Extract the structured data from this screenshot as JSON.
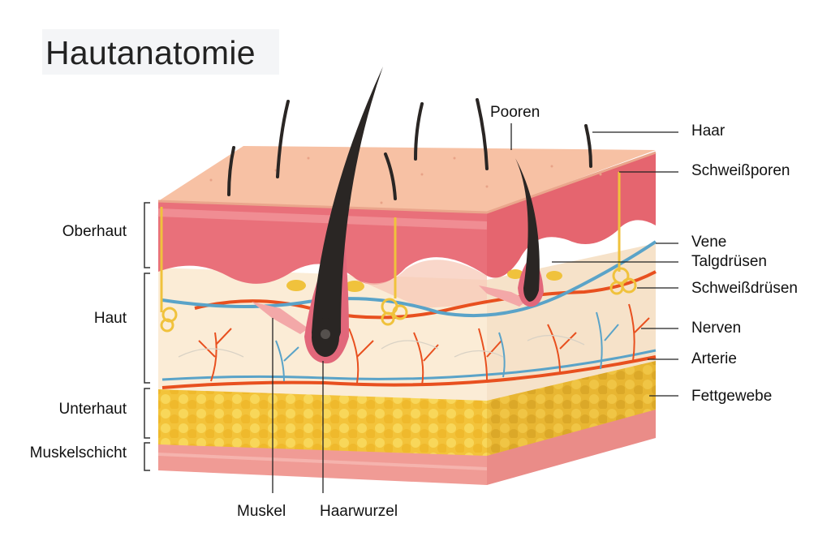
{
  "title": "Hautanatomie",
  "left_labels": {
    "epidermis": "Oberhaut",
    "dermis": "Haut",
    "subcutis": "Unterhaut",
    "muscle_layer": "Muskelschicht"
  },
  "bottom_labels": {
    "muscle": "Muskel",
    "hair_root": "Haarwurzel"
  },
  "top_labels": {
    "pores": "Pooren"
  },
  "right_labels": {
    "hair": "Haar",
    "sweat_pores": "Schweißporen",
    "vein": "Vene",
    "sebaceous_glands": "Talgdrüsen",
    "sweat_glands": "Schweißdrüsen",
    "nerves": "Nerven",
    "artery": "Arterie",
    "fat_tissue": "Fettgewebe"
  },
  "colors": {
    "skin_top": "#f7c1a4",
    "epidermis": "#e9707a",
    "dermis": "#fbecd6",
    "fat": "#f3c33a",
    "muscle": "#f09b95",
    "artery": "#e8501f",
    "vein": "#5aa3c8",
    "hair": "#2a2624",
    "gland": "#f0c23c"
  }
}
